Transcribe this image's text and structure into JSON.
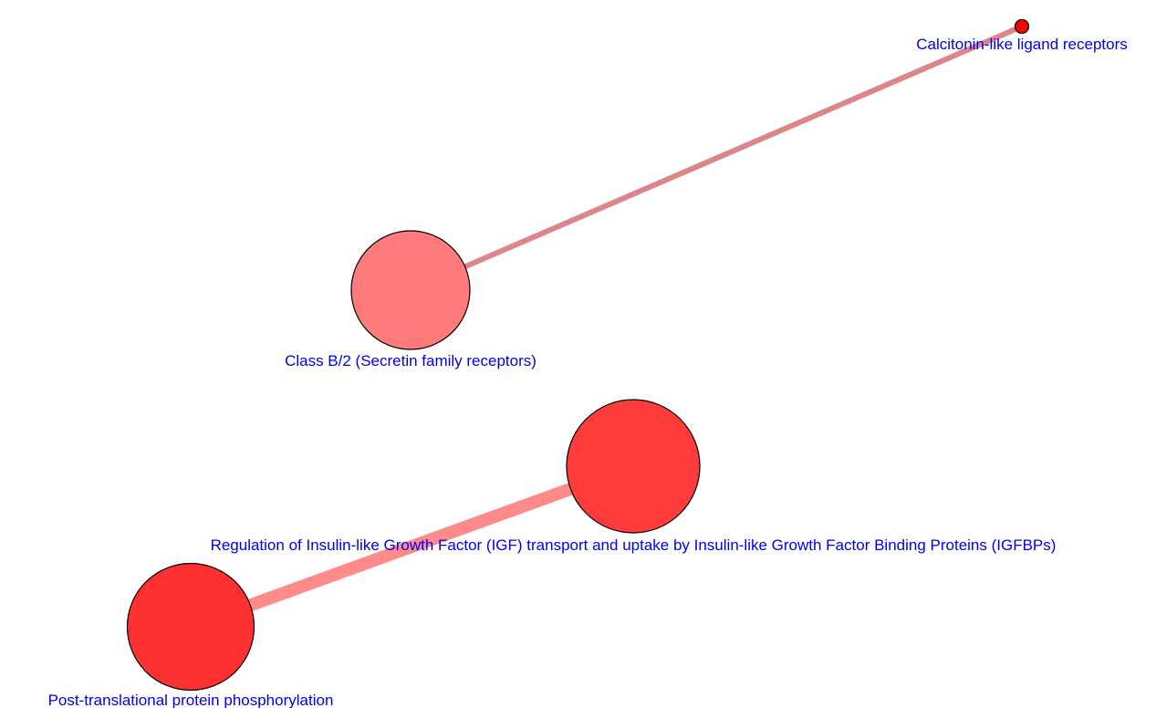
{
  "network": {
    "nodes": [
      {
        "id": "calcitonin",
        "label": "Calcitonin-like ligand receptors",
        "color": "#ff0000"
      },
      {
        "id": "classb2",
        "label": "Class B/2 (Secretin family receptors)",
        "color": "#ff7b7b"
      },
      {
        "id": "igf",
        "label": "Regulation of Insulin-like Growth Factor (IGF) transport and uptake by Insulin-like Growth Factor Binding Proteins (IGFBPs)",
        "color": "#ff3c3c"
      },
      {
        "id": "ptpp",
        "label": "Post-translational protein phosphorylation",
        "color": "#ff3030"
      }
    ],
    "edges": [
      {
        "source": "classb2",
        "target": "calcitonin",
        "color": "#dc868a"
      },
      {
        "source": "ptpp",
        "target": "igf",
        "color": "#ff8a8a"
      }
    ],
    "label_color": "#0000ee",
    "node_border_color": "#000000"
  }
}
